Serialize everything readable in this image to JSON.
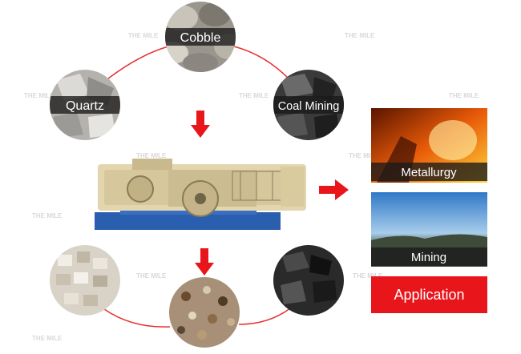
{
  "inputs": {
    "cobble": "Cobble",
    "quartz": "Quartz",
    "coal_mining": "Coal Mining"
  },
  "applications": {
    "metallurgy": "Metallurgy",
    "mining": "Mining",
    "application": "Application"
  },
  "watermark": "THE MILE",
  "colors": {
    "accent": "#e8161b",
    "cycle_line": "#e83030",
    "label_band": "#1a1a1a"
  }
}
